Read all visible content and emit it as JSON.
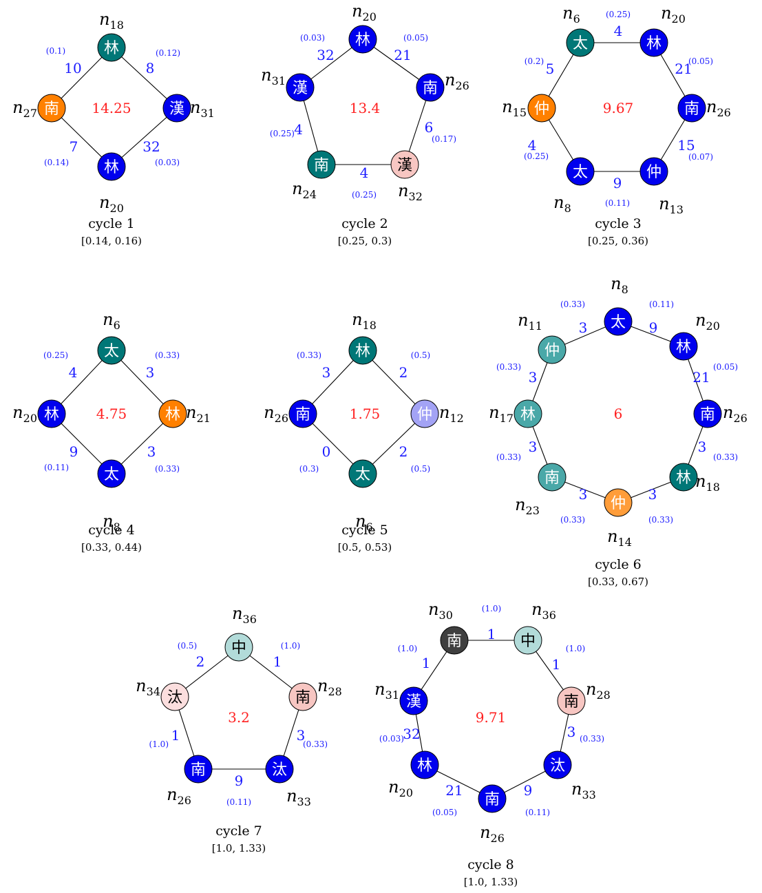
{
  "colors": {
    "blue": "#0000ee",
    "teal": "#007777",
    "teal_light": "#4aa8a8",
    "orange": "#ff8000",
    "orange_light": "#ff9d3a",
    "pink": "#f7c6c2",
    "pink_light": "#fbdede",
    "lavender": "#a3a3f5",
    "mint": "#b2dbd9",
    "dark": "#3f3f3f",
    "weight": "#1a1aff",
    "center": "#ff2020"
  },
  "cycles": [
    {
      "title": "cycle 1",
      "range": "[0.14, 0.16)",
      "center": "14.25",
      "nodes": [
        {
          "char": "林",
          "label": "n",
          "sub": "18",
          "fill": "teal"
        },
        {
          "char": "漢",
          "label": "n",
          "sub": "31",
          "fill": "blue"
        },
        {
          "char": "林",
          "label": "n",
          "sub": "20",
          "fill": "blue"
        },
        {
          "char": "南",
          "label": "n",
          "sub": "27",
          "fill": "orange"
        }
      ],
      "edges": [
        {
          "w": "8",
          "r": "(0.12)"
        },
        {
          "w": "32",
          "r": "(0.03)"
        },
        {
          "w": "7",
          "r": "(0.14)"
        },
        {
          "w": "10",
          "r": "(0.1)"
        }
      ]
    },
    {
      "title": "cycle 2",
      "range": "[0.25, 0.3)",
      "center": "13.4",
      "nodes": [
        {
          "char": "林",
          "label": "n",
          "sub": "20",
          "fill": "blue"
        },
        {
          "char": "南",
          "label": "n",
          "sub": "26",
          "fill": "blue"
        },
        {
          "char": "漢",
          "label": "n",
          "sub": "32",
          "fill": "pink"
        },
        {
          "char": "南",
          "label": "n",
          "sub": "24",
          "fill": "teal"
        },
        {
          "char": "漢",
          "label": "n",
          "sub": "31",
          "fill": "blue"
        }
      ],
      "edges": [
        {
          "w": "21",
          "r": "(0.05)"
        },
        {
          "w": "6",
          "r": "(0.17)"
        },
        {
          "w": "4",
          "r": "(0.25)"
        },
        {
          "w": "4",
          "r": "(0.25)"
        },
        {
          "w": "32",
          "r": "(0.03)"
        }
      ]
    },
    {
      "title": "cycle 3",
      "range": "[0.25, 0.36)",
      "center": "9.67",
      "nodes": [
        {
          "char": "太",
          "label": "n",
          "sub": "6",
          "fill": "teal"
        },
        {
          "char": "林",
          "label": "n",
          "sub": "20",
          "fill": "blue"
        },
        {
          "char": "南",
          "label": "n",
          "sub": "26",
          "fill": "blue"
        },
        {
          "char": "仲",
          "label": "n",
          "sub": "13",
          "fill": "blue"
        },
        {
          "char": "太",
          "label": "n",
          "sub": "8",
          "fill": "blue"
        },
        {
          "char": "仲",
          "label": "n",
          "sub": "15",
          "fill": "orange"
        }
      ],
      "edges": [
        {
          "w": "4",
          "r": "(0.25)"
        },
        {
          "w": "21",
          "r": "(0.05)"
        },
        {
          "w": "15",
          "r": "(0.07)"
        },
        {
          "w": "9",
          "r": "(0.11)"
        },
        {
          "w": "4",
          "r": "(0.25)"
        },
        {
          "w": "5",
          "r": "(0.2)"
        }
      ]
    },
    {
      "title": "cycle 4",
      "range": "[0.33, 0.44)",
      "center": "4.75",
      "nodes": [
        {
          "char": "太",
          "label": "n",
          "sub": "6",
          "fill": "teal"
        },
        {
          "char": "林",
          "label": "n",
          "sub": "21",
          "fill": "orange"
        },
        {
          "char": "太",
          "label": "n",
          "sub": "8",
          "fill": "blue"
        },
        {
          "char": "林",
          "label": "n",
          "sub": "20",
          "fill": "blue"
        }
      ],
      "edges": [
        {
          "w": "3",
          "r": "(0.33)"
        },
        {
          "w": "3",
          "r": "(0.33)"
        },
        {
          "w": "9",
          "r": "(0.11)"
        },
        {
          "w": "4",
          "r": "(0.25)"
        }
      ]
    },
    {
      "title": "cycle 5",
      "range": "[0.5, 0.53)",
      "center": "1.75",
      "nodes": [
        {
          "char": "林",
          "label": "n",
          "sub": "18",
          "fill": "teal"
        },
        {
          "char": "仲",
          "label": "n",
          "sub": "12",
          "fill": "lavender"
        },
        {
          "char": "太",
          "label": "n",
          "sub": "6",
          "fill": "teal"
        },
        {
          "char": "南",
          "label": "n",
          "sub": "26",
          "fill": "blue"
        }
      ],
      "edges": [
        {
          "w": "2",
          "r": "(0.5)"
        },
        {
          "w": "2",
          "r": "(0.5)"
        },
        {
          "w": "0",
          "r": "(0.3)"
        },
        {
          "w": "3",
          "r": "(0.33)"
        }
      ]
    },
    {
      "title": "cycle 6",
      "range": "[0.33, 0.67)",
      "center": "6",
      "nodes": [
        {
          "char": "太",
          "label": "n",
          "sub": "8",
          "fill": "blue"
        },
        {
          "char": "林",
          "label": "n",
          "sub": "20",
          "fill": "blue"
        },
        {
          "char": "南",
          "label": "n",
          "sub": "26",
          "fill": "blue"
        },
        {
          "char": "林",
          "label": "n",
          "sub": "18",
          "fill": "teal"
        },
        {
          "char": "仲",
          "label": "n",
          "sub": "14",
          "fill": "orange_light"
        },
        {
          "char": "南",
          "label": "n",
          "sub": "23",
          "fill": "teal_light"
        },
        {
          "char": "林",
          "label": "n",
          "sub": "17",
          "fill": "teal_light"
        },
        {
          "char": "仲",
          "label": "n",
          "sub": "11",
          "fill": "teal_light"
        }
      ],
      "edges": [
        {
          "w": "9",
          "r": "(0.11)"
        },
        {
          "w": "21",
          "r": "(0.05)"
        },
        {
          "w": "3",
          "r": "(0.33)"
        },
        {
          "w": "3",
          "r": "(0.33)"
        },
        {
          "w": "3",
          "r": "(0.33)"
        },
        {
          "w": "3",
          "r": "(0.33)"
        },
        {
          "w": "3",
          "r": "(0.33)"
        },
        {
          "w": "3",
          "r": "(0.33)"
        }
      ]
    },
    {
      "title": "cycle 7",
      "range": "[1.0, 1.33)",
      "center": "3.2",
      "nodes": [
        {
          "char": "中",
          "label": "n",
          "sub": "36",
          "fill": "mint"
        },
        {
          "char": "南",
          "label": "n",
          "sub": "28",
          "fill": "pink"
        },
        {
          "char": "汰",
          "label": "n",
          "sub": "33",
          "fill": "blue"
        },
        {
          "char": "南",
          "label": "n",
          "sub": "26",
          "fill": "blue"
        },
        {
          "char": "汰",
          "label": "n",
          "sub": "34",
          "fill": "pink_light"
        }
      ],
      "edges": [
        {
          "w": "1",
          "r": "(1.0)"
        },
        {
          "w": "3",
          "r": "(0.33)"
        },
        {
          "w": "9",
          "r": "(0.11)"
        },
        {
          "w": "1",
          "r": "(1.0)"
        },
        {
          "w": "2",
          "r": "(0.5)"
        }
      ]
    },
    {
      "title": "cycle 8",
      "range": "[1.0, 1.33)",
      "center": "9.71",
      "nodes": [
        {
          "char": "南",
          "label": "n",
          "sub": "30",
          "fill": "dark"
        },
        {
          "char": "中",
          "label": "n",
          "sub": "36",
          "fill": "mint"
        },
        {
          "char": "南",
          "label": "n",
          "sub": "28",
          "fill": "pink"
        },
        {
          "char": "汰",
          "label": "n",
          "sub": "33",
          "fill": "blue"
        },
        {
          "char": "南",
          "label": "n",
          "sub": "26",
          "fill": "blue"
        },
        {
          "char": "林",
          "label": "n",
          "sub": "20",
          "fill": "blue"
        },
        {
          "char": "漢",
          "label": "n",
          "sub": "31",
          "fill": "blue"
        }
      ],
      "edges": [
        {
          "w": "1",
          "r": "(1.0)"
        },
        {
          "w": "1",
          "r": "(1.0)"
        },
        {
          "w": "3",
          "r": "(0.33)"
        },
        {
          "w": "9",
          "r": "(0.11)"
        },
        {
          "w": "21",
          "r": "(0.05)"
        },
        {
          "w": "32",
          "r": "(0.03)"
        },
        {
          "w": "1",
          "r": "(1.0)"
        }
      ]
    }
  ]
}
